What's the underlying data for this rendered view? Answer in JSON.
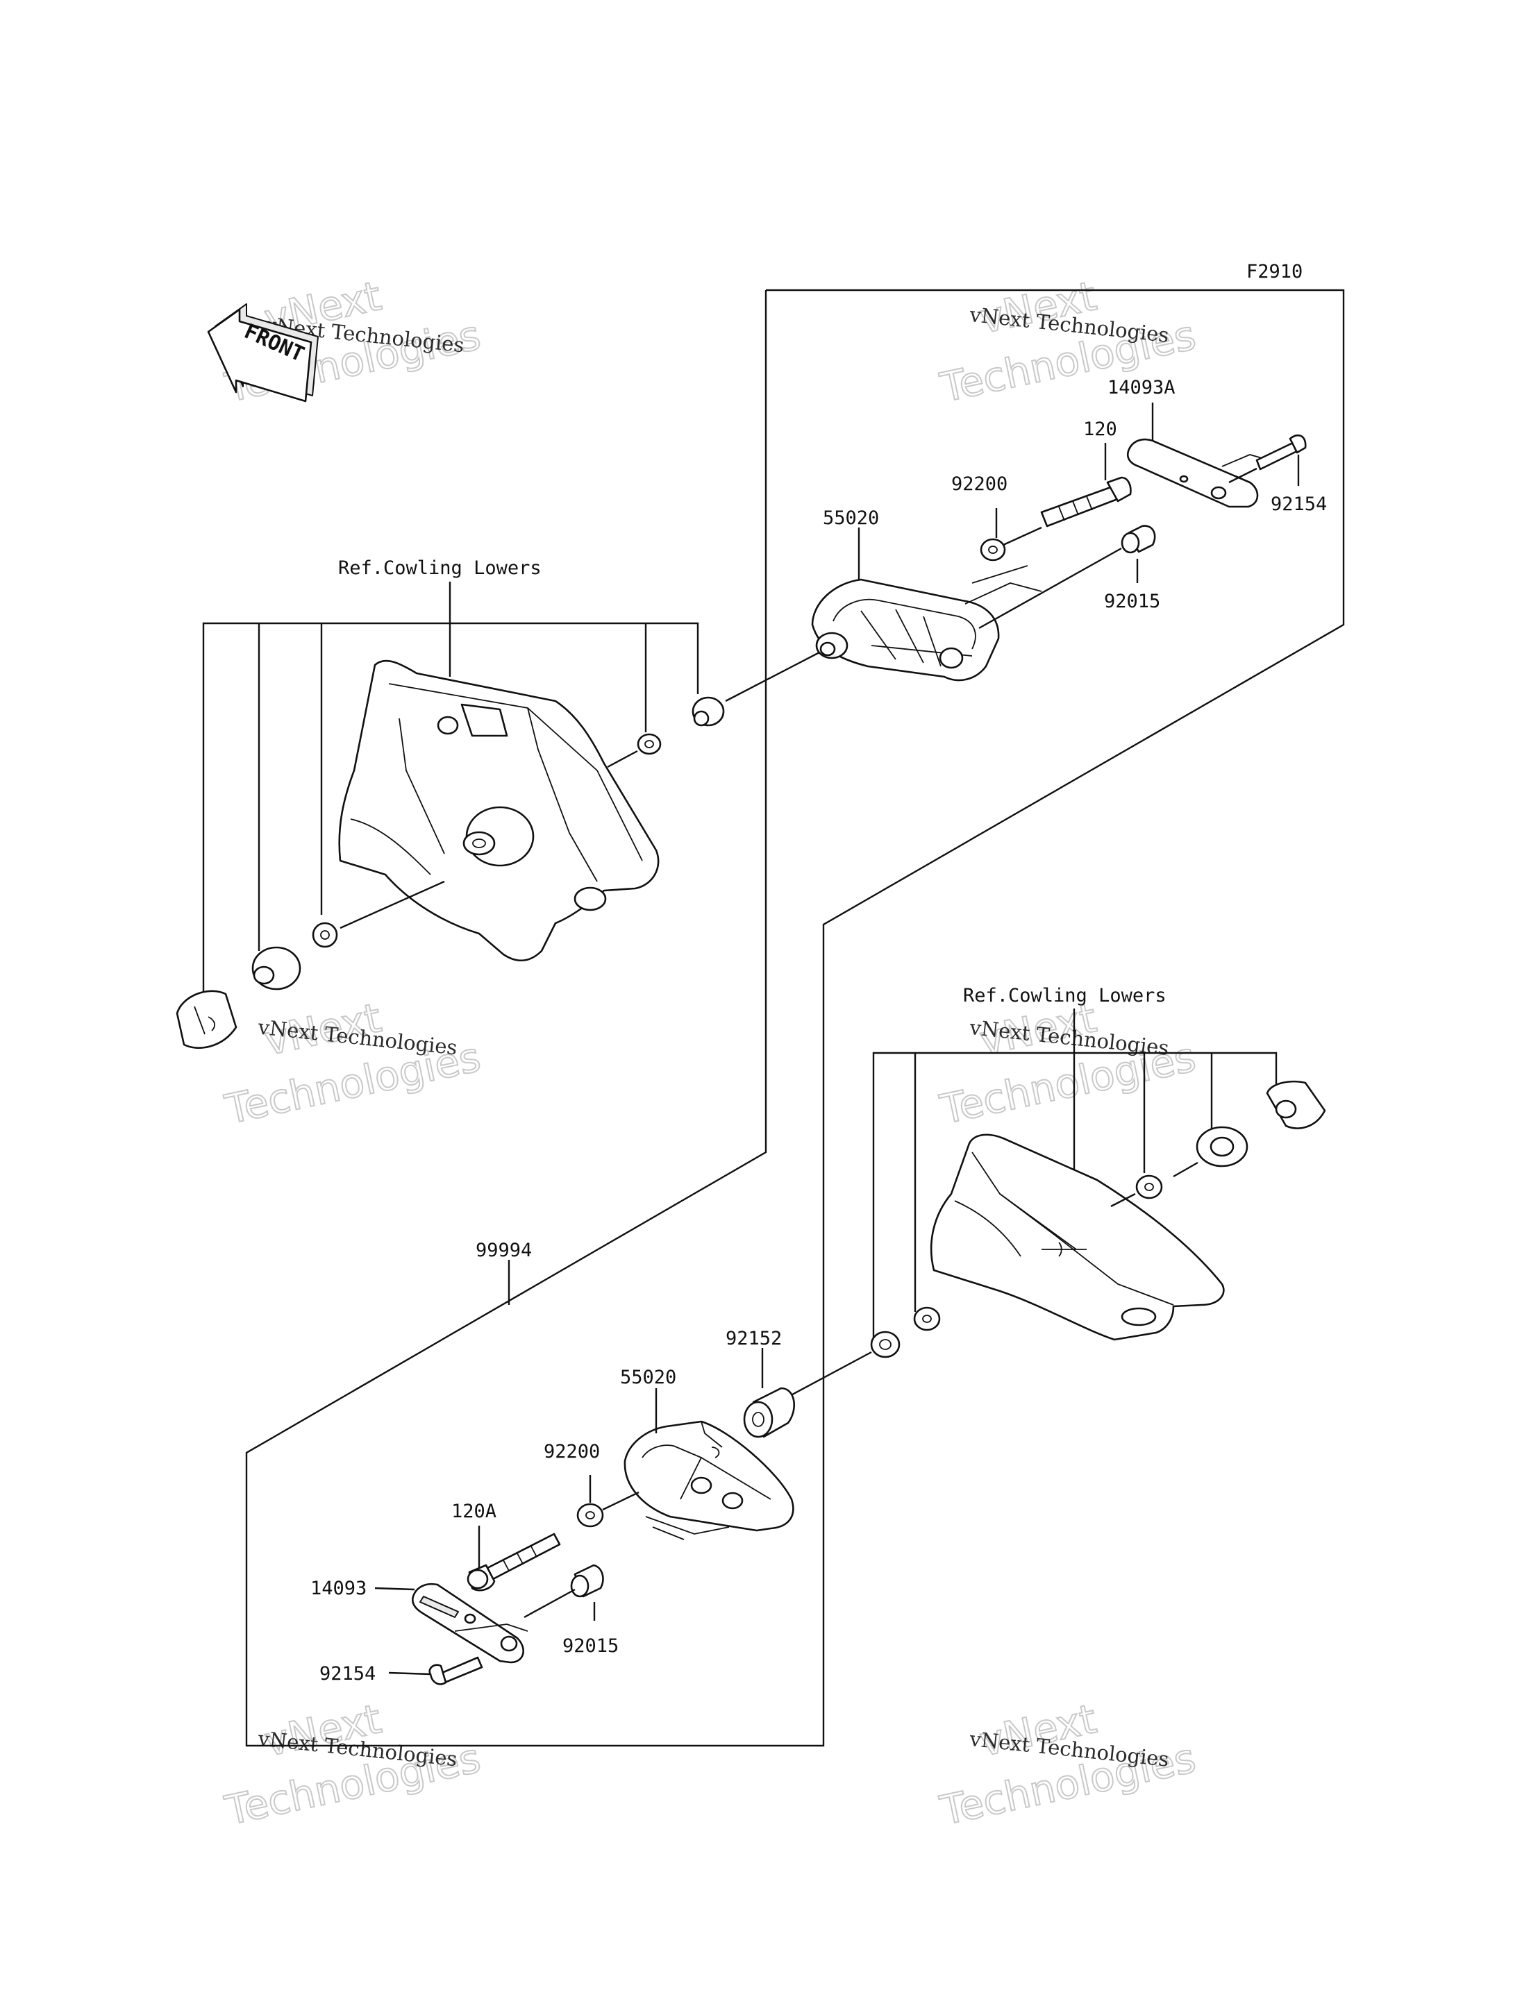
{
  "diagram_code": "F2910",
  "front_label": "FRONT",
  "ref_labels": {
    "upper": "Ref.Cowling Lowers",
    "lower": "Ref.Cowling Lowers"
  },
  "parts": {
    "p_14093A": "14093A",
    "p_120": "120",
    "p_92200_top": "92200",
    "p_92154_top": "92154",
    "p_55020_top": "55020",
    "p_92015_top": "92015",
    "p_99994": "99994",
    "p_92152": "92152",
    "p_55020_bottom": "55020",
    "p_92200_bottom": "92200",
    "p_120A": "120A",
    "p_14093": "14093",
    "p_92015_bottom": "92015",
    "p_92154_bottom": "92154"
  },
  "watermarks": {
    "line1": "vNext",
    "line2": "vNext Technologies",
    "line3": "Technologies"
  }
}
